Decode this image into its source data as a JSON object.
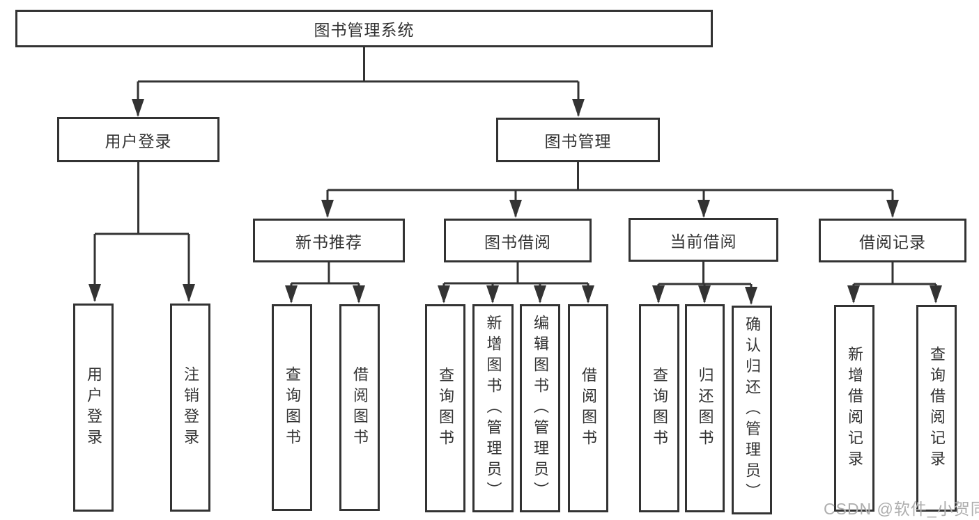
{
  "page": {
    "background_color": "#ffffff",
    "line_color": "#333333",
    "box_fill": "#ffffff"
  },
  "watermark": {
    "text": "CSDN @软件_小贺同学",
    "color": "#aeaeae"
  },
  "tree": {
    "root": {
      "label": "图书管理系统"
    },
    "user_login": {
      "label": "用户登录",
      "children": [
        {
          "label": "用户登录"
        },
        {
          "label": "注销登录"
        }
      ]
    },
    "book_mgmt": {
      "label": "图书管理",
      "sections": [
        {
          "label": "新书推荐",
          "children": [
            {
              "label": "查询图书"
            },
            {
              "label": "借阅图书"
            }
          ]
        },
        {
          "label": "图书借阅",
          "children": [
            {
              "label": "查询图书"
            },
            {
              "label": "新增图书（管理员）"
            },
            {
              "label": "编辑图书（管理员）"
            },
            {
              "label": "借阅图书"
            }
          ]
        },
        {
          "label": "当前借阅",
          "children": [
            {
              "label": "查询图书"
            },
            {
              "label": "归还图书"
            },
            {
              "label": "确认归还（管理员）"
            }
          ]
        },
        {
          "label": "借阅记录",
          "children": [
            {
              "label": "新增借阅记录"
            },
            {
              "label": "查询借阅记录"
            }
          ]
        }
      ]
    }
  }
}
